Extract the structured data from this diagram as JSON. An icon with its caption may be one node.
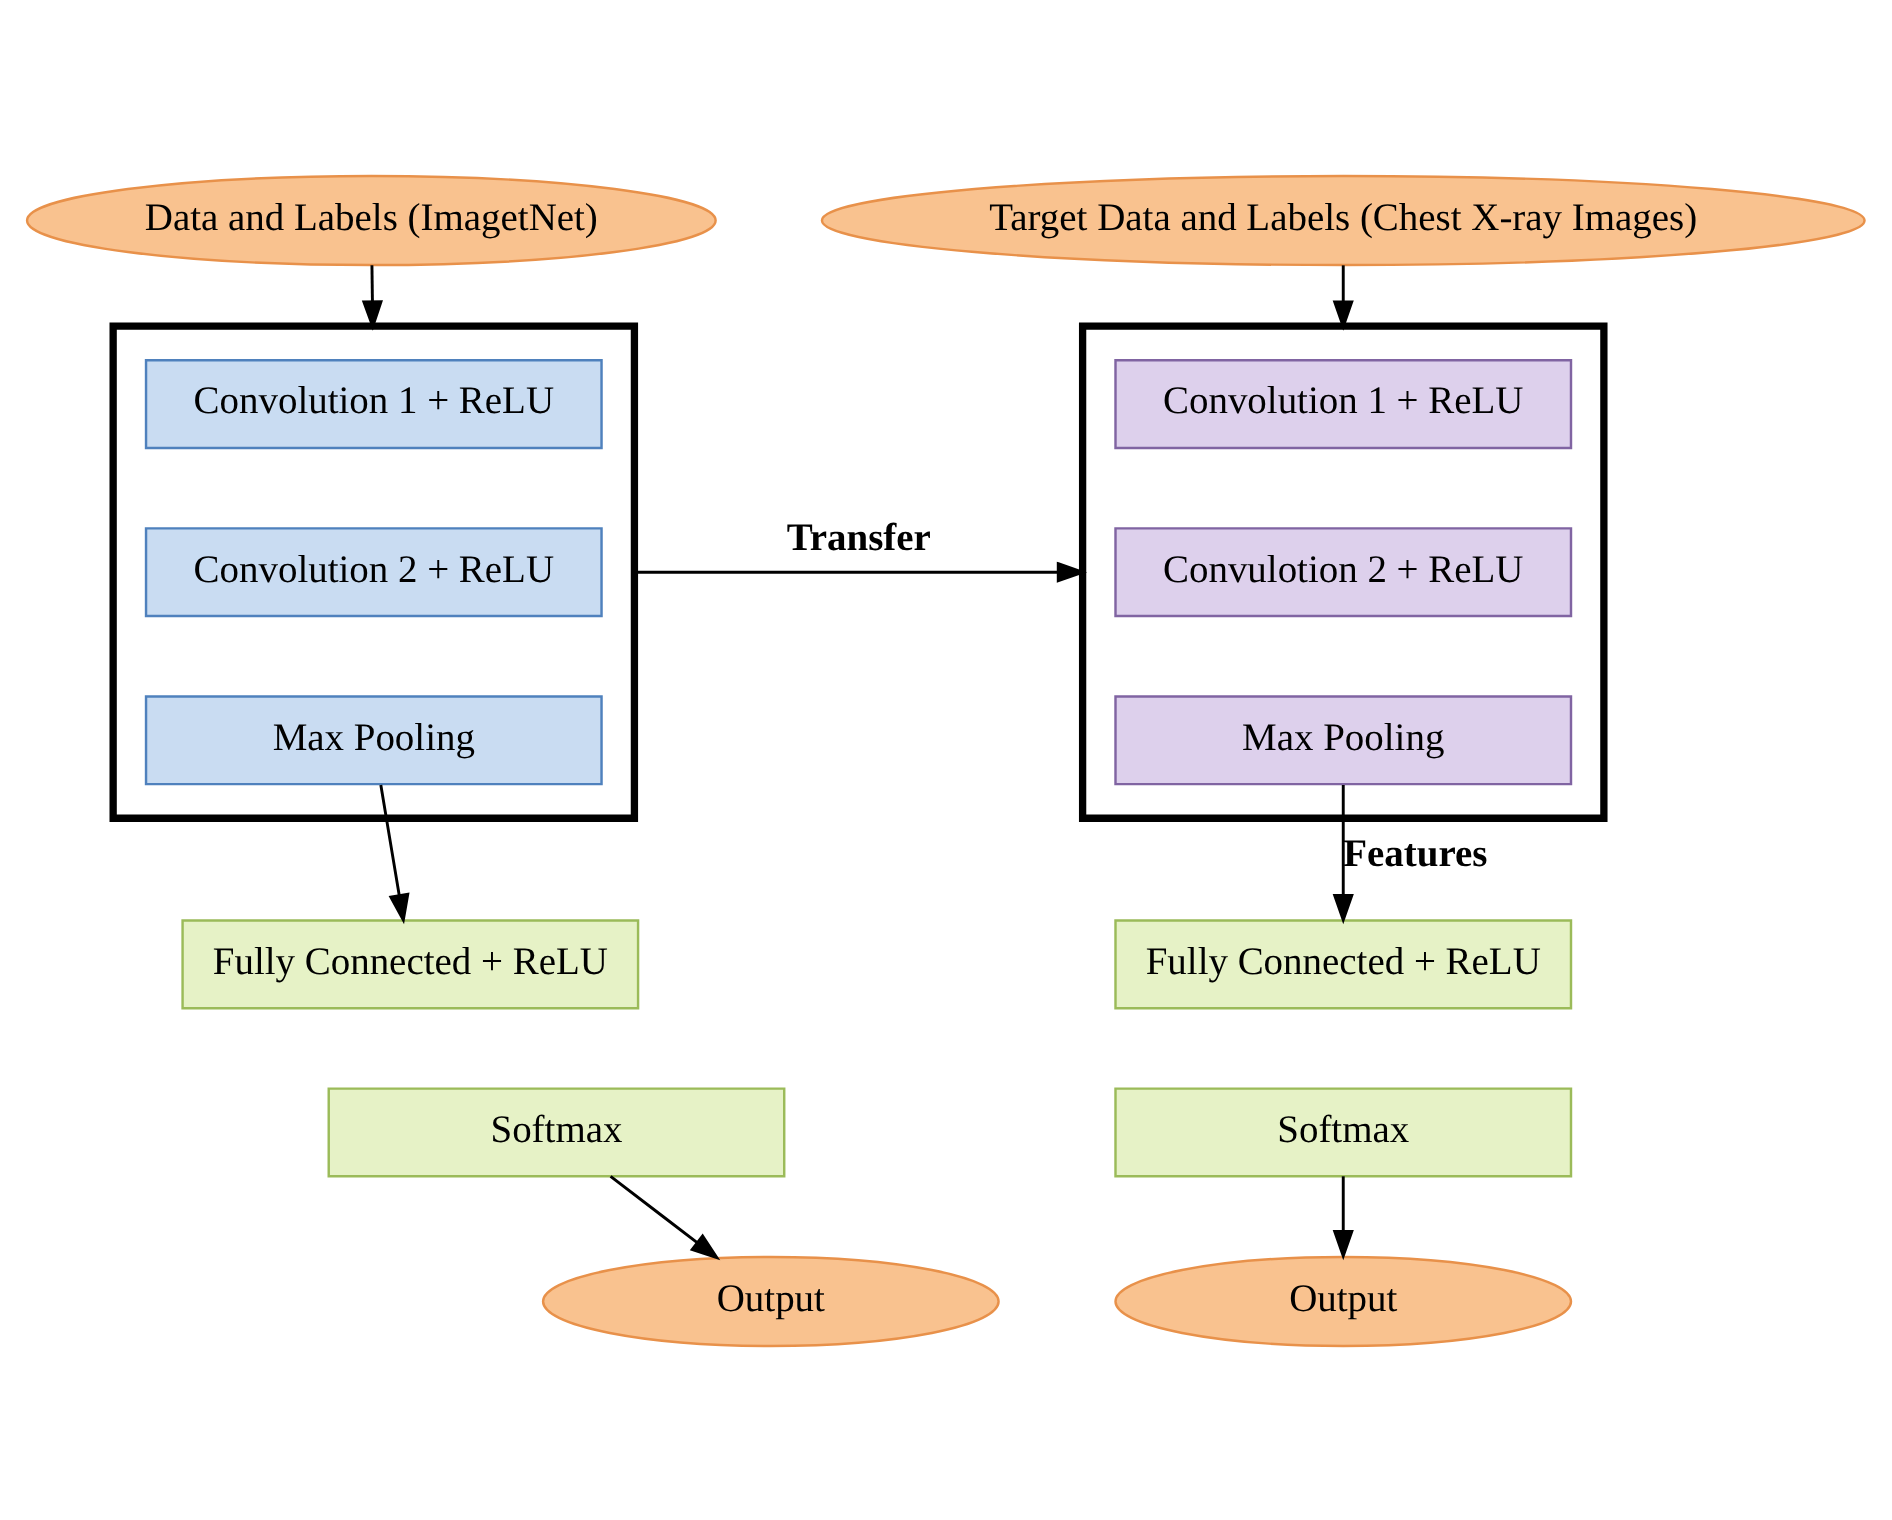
{
  "diagram": {
    "nodes": [
      {
        "text": [
          "Data and Labels (ImagetNet)"
        ]
      },
      {
        "text": [],
        "shape": "box"
      },
      {
        "text": [
          "Convolution 1 + ReLU"
        ],
        "in": 1
      },
      {
        "text": [
          "Convolution 2 + ReLU"
        ],
        "in": 1
      },
      {
        "text": [
          "Max Pooling"
        ],
        "in": 1
      },
      {
        "text": [
          "Fully Connected + ReLU"
        ]
      },
      {
        "text": [
          "Softmax"
        ]
      },
      {
        "text": [
          "Output"
        ]
      },
      {
        "text": [
          "Target Data and Labels (Chest X-ray Images)"
        ]
      },
      {
        "text": [],
        "shape": "box"
      },
      {
        "text": [
          "Convolution 1 + ReLU"
        ],
        "in": 9
      },
      {
        "text": [
          "Convulotion 2 + ReLU"
        ],
        "in": 9
      },
      {
        "text": [
          "Max Pooling"
        ],
        "in": 9
      },
      {
        "text": [
          "Fully Connected + ReLU"
        ]
      },
      {
        "text": [
          "Softmax"
        ]
      },
      {
        "text": [
          "Output"
        ]
      }
    ],
    "edges": [
      {
        "from": 0,
        "to": 1,
        "arrow": "to"
      },
      {
        "from": 4,
        "to": 5,
        "arrow": "to"
      },
      {
        "from": 6,
        "to": 7,
        "arrow": "to"
      },
      {
        "from": 8,
        "to": 9,
        "arrow": "to"
      },
      {
        "from": 1,
        "to": 9,
        "arrow": "to",
        "label": "Transfer"
      },
      {
        "from": 12,
        "to": 13,
        "arrow": "to",
        "label": "Features"
      },
      {
        "from": 14,
        "to": 15,
        "arrow": "to"
      }
    ]
  }
}
